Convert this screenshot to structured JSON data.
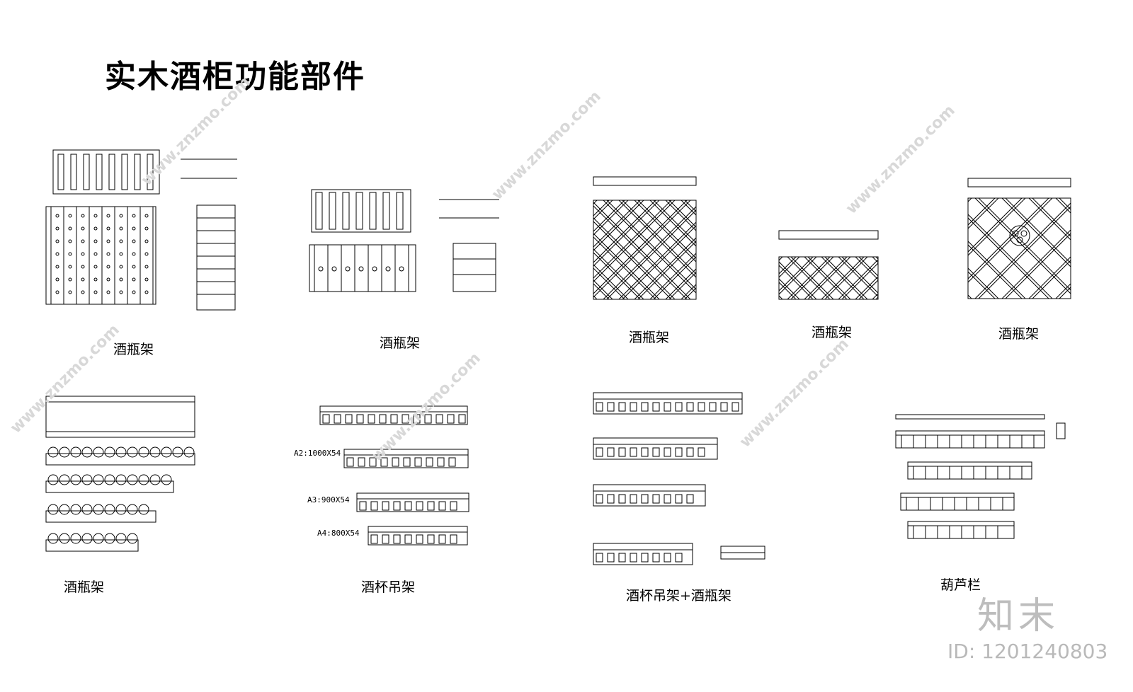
{
  "title": "实木酒柜功能部件",
  "captions": {
    "c1": "酒瓶架",
    "c2": "酒瓶架",
    "c3": "酒瓶架",
    "c4": "酒瓶架",
    "c5": "酒瓶架",
    "c6": "酒瓶架",
    "c7": "酒杯吊架",
    "c8": "酒杯吊架+酒瓶架",
    "c9": "葫芦栏"
  },
  "labels": {
    "a2": "A2:1000X54",
    "a3": "A3:900X54",
    "a4": "A4:800X54"
  },
  "watermark": {
    "site": "www.znzmo.com",
    "brand": "知末",
    "image_id": "ID: 1201240803"
  }
}
